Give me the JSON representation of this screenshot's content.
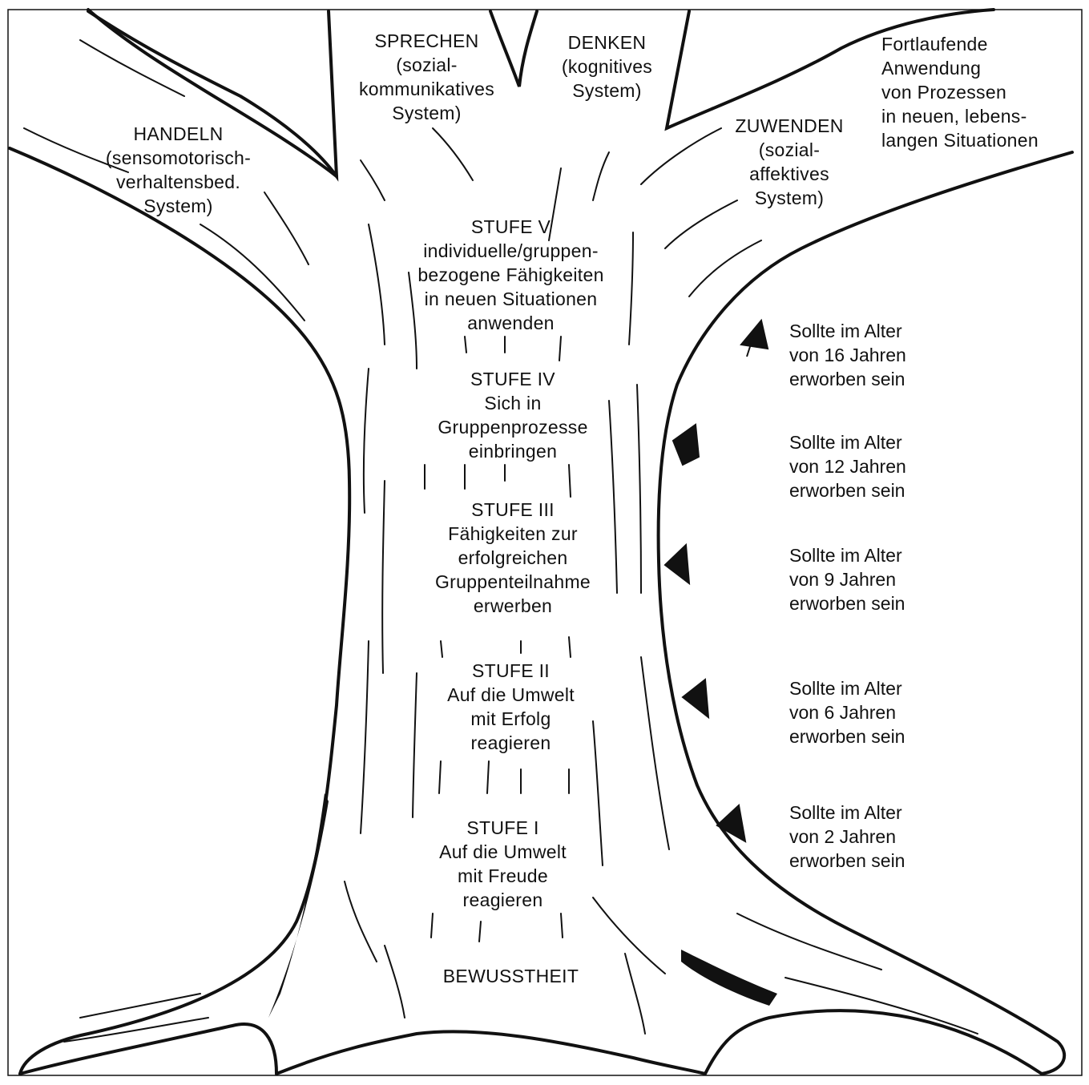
{
  "branches": {
    "handeln": {
      "title": "HANDELN",
      "lines": [
        "(sensomotorisch-",
        "verhaltensbed.",
        "System)"
      ]
    },
    "sprechen": {
      "title": "SPRECHEN",
      "lines": [
        "(sozial-",
        "kommunikatives",
        "System)"
      ]
    },
    "denken": {
      "title": "DENKEN",
      "lines": [
        "(kognitives",
        "System)"
      ]
    },
    "zuwenden": {
      "title": "ZUWENDEN",
      "lines": [
        "(sozial-",
        "affektives",
        "System)"
      ]
    },
    "fortlaufend": {
      "lines": [
        "Fortlaufende",
        "Anwendung",
        "von Prozessen",
        "in neuen, lebens-",
        "langen Situationen"
      ]
    }
  },
  "stages": [
    {
      "title": "STUFE V",
      "lines": [
        "individuelle/gruppen-",
        "bezogene Fähigkeiten",
        "in neuen Situationen",
        "anwenden"
      ]
    },
    {
      "title": "STUFE IV",
      "lines": [
        "Sich in",
        "Gruppenprozesse",
        "einbringen"
      ]
    },
    {
      "title": "STUFE III",
      "lines": [
        "Fähigkeiten zur",
        "erfolgreichen",
        "Gruppenteilnahme",
        "erwerben"
      ]
    },
    {
      "title": "STUFE II",
      "lines": [
        "Auf die Umwelt",
        "mit Erfolg",
        "reagieren"
      ]
    },
    {
      "title": "STUFE I",
      "lines": [
        "Auf die Umwelt",
        "mit Freude",
        "reagieren"
      ]
    }
  ],
  "base": {
    "label": "BEWUSSTHEIT"
  },
  "ages": [
    {
      "line1": "Sollte im Alter",
      "line2": "von 16 Jahren",
      "line3": "erworben sein"
    },
    {
      "line1": "Sollte im Alter",
      "line2": "von 12 Jahren",
      "line3": "erworben sein"
    },
    {
      "line1": "Sollte im Alter",
      "line2": "von 9 Jahren",
      "line3": "erworben sein"
    },
    {
      "line1": "Sollte im Alter",
      "line2": "von 6 Jahren",
      "line3": "erworben sein"
    },
    {
      "line1": "Sollte im Alter",
      "line2": "von 2 Jahren",
      "line3": "erworben sein"
    }
  ],
  "colors": {
    "ink": "#111111",
    "paper": "#ffffff"
  }
}
